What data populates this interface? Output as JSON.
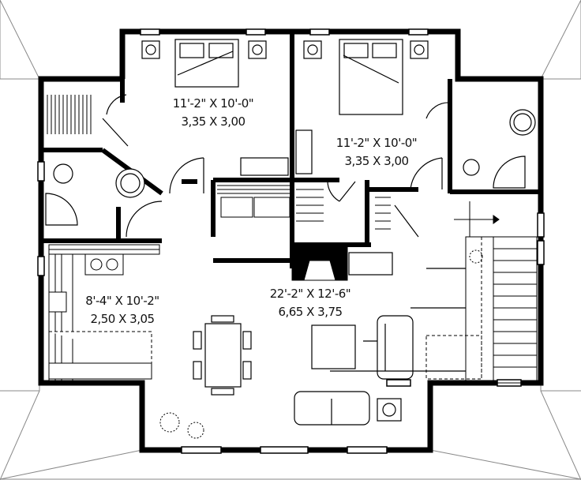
{
  "plan": {
    "wall_color": "#000000",
    "rooms": [
      {
        "name": "bedroom-left",
        "imperial": "11'-2\" X 10'-0\"",
        "metric": "3,35 X 3,00"
      },
      {
        "name": "bedroom-right",
        "imperial": "11'-2\" X 10'-0\"",
        "metric": "3,35 X 3,00"
      },
      {
        "name": "kitchen",
        "imperial": "8'-4\" X 10'-2\"",
        "metric": "2,50 X 3,05"
      },
      {
        "name": "living-dining",
        "imperial": "22'-2\" X 12'-6\"",
        "metric": "6,65 X 3,75"
      }
    ]
  }
}
